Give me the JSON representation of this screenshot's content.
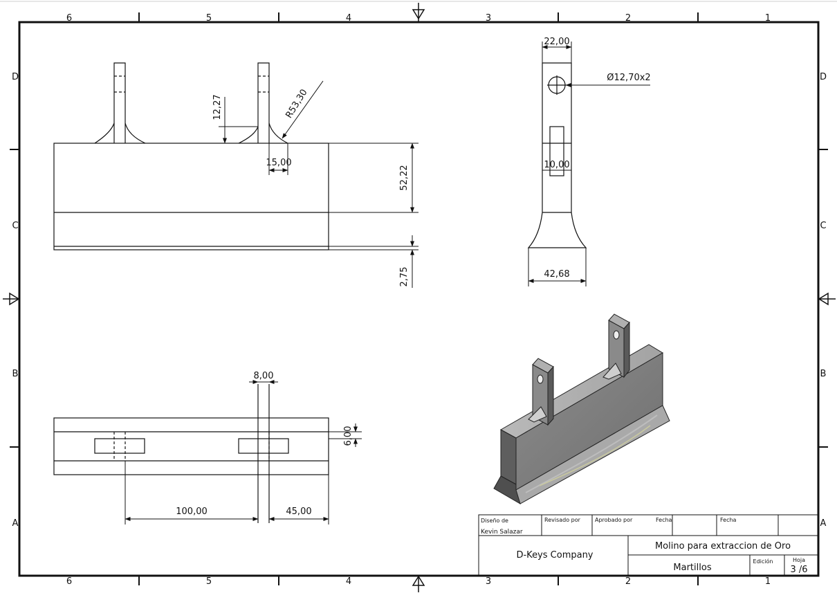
{
  "frame": {
    "top_cols": [
      "6",
      "5",
      "4",
      "3",
      "2",
      "1"
    ],
    "bottom_cols": [
      "6",
      "5",
      "4",
      "3",
      "2",
      "1"
    ],
    "left_rows": [
      "D",
      "C",
      "B",
      "A"
    ],
    "right_rows": [
      "D",
      "C",
      "B",
      "A"
    ]
  },
  "dimensions": {
    "front_tab_height": "12,27",
    "front_radius": "R53,30",
    "front_gusset_width": "15,00",
    "front_body_height": "52,22",
    "front_base_thickness": "2,75",
    "side_tab_width": "22,00",
    "side_hole": "Ø12,70x2",
    "side_slot_width": "10,00",
    "side_base_width": "42,68",
    "top_tab_thickness": "8,00",
    "top_slot_height": "6,00",
    "top_tab_spacing": "100,00",
    "top_end_offset": "45,00"
  },
  "title_block": {
    "design_label": "Diseño de",
    "designer": "Kevin Salazar",
    "reviewed_label": "Revisado por",
    "approved_label": "Aprobado por",
    "date_label_1": "Fecha",
    "date_label_2": "Fecha",
    "company": "D-Keys Company",
    "project": "Molino para extraccion de Oro",
    "part": "Martillos",
    "edition_label": "Edición",
    "sheet_label": "Hoja",
    "sheet_value": "3 /6"
  }
}
